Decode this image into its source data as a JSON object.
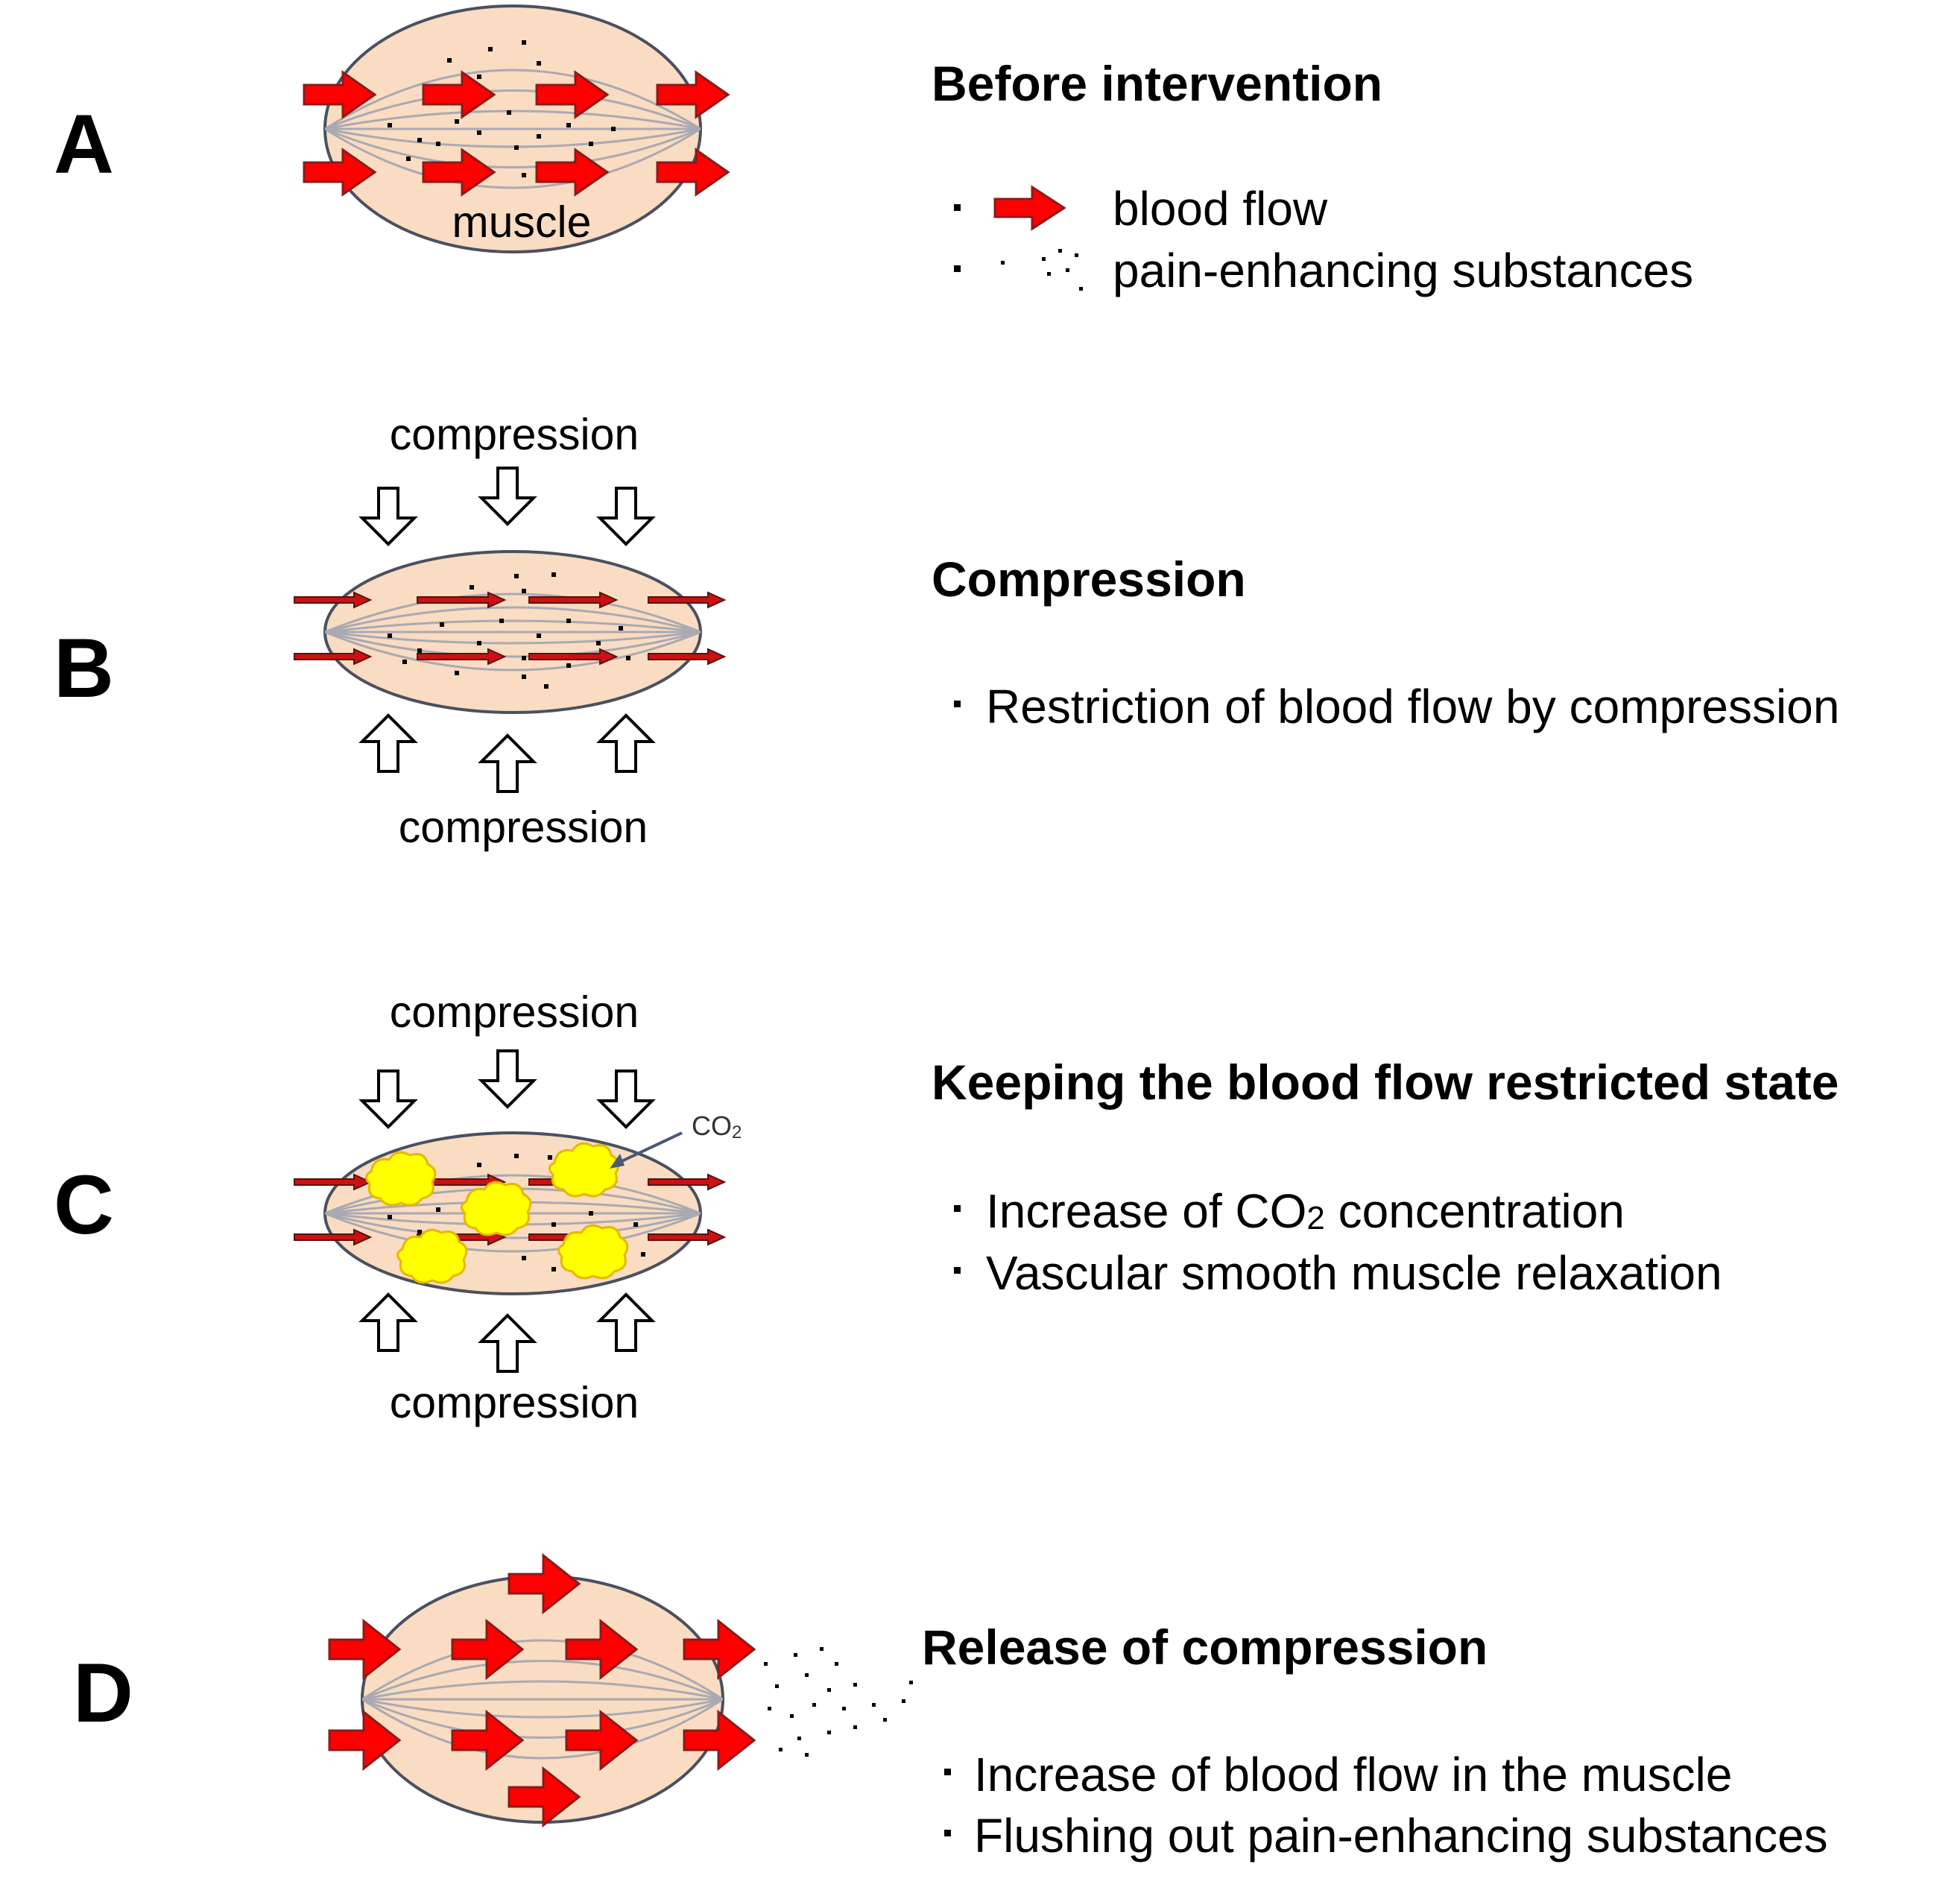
{
  "colors": {
    "muscle_fill": "#f9dcc1",
    "muscle_stroke": "#4a5060",
    "fiber": "#a9a9b3",
    "arrow_red": "#ff0000",
    "arrow_dark": "#8b1a1a",
    "co2_bubble": "#ffff00",
    "co2_bubble_stroke": "#e6b800"
  },
  "legend": {
    "blood_flow": "blood flow",
    "pain_substances": "pain-enhancing substances",
    "blood_flow_icon": "red-arrow",
    "pain_substances_icon": "dots"
  },
  "panels": {
    "a": {
      "letter": "A",
      "heading": "Before intervention",
      "muscle_label": "muscle"
    },
    "b": {
      "letter": "B",
      "heading": "Compression",
      "top_label": "compression",
      "bottom_label": "compression",
      "bullets": [
        "Restriction of blood flow by compression"
      ]
    },
    "c": {
      "letter": "C",
      "heading": "Keeping the blood flow restricted state",
      "top_label": "compression",
      "bottom_label": "compression",
      "co2_label": "CO",
      "co2_sub": "2",
      "bullet1_pre": "Increase of CO",
      "bullet1_sub": "2",
      "bullet1_post": " concentration",
      "bullet2": "Vascular smooth muscle relaxation"
    },
    "d": {
      "letter": "D",
      "heading": "Release of compression",
      "bullets": [
        "Increase of blood flow in the muscle",
        "Flushing out pain-enhancing substances"
      ]
    }
  }
}
